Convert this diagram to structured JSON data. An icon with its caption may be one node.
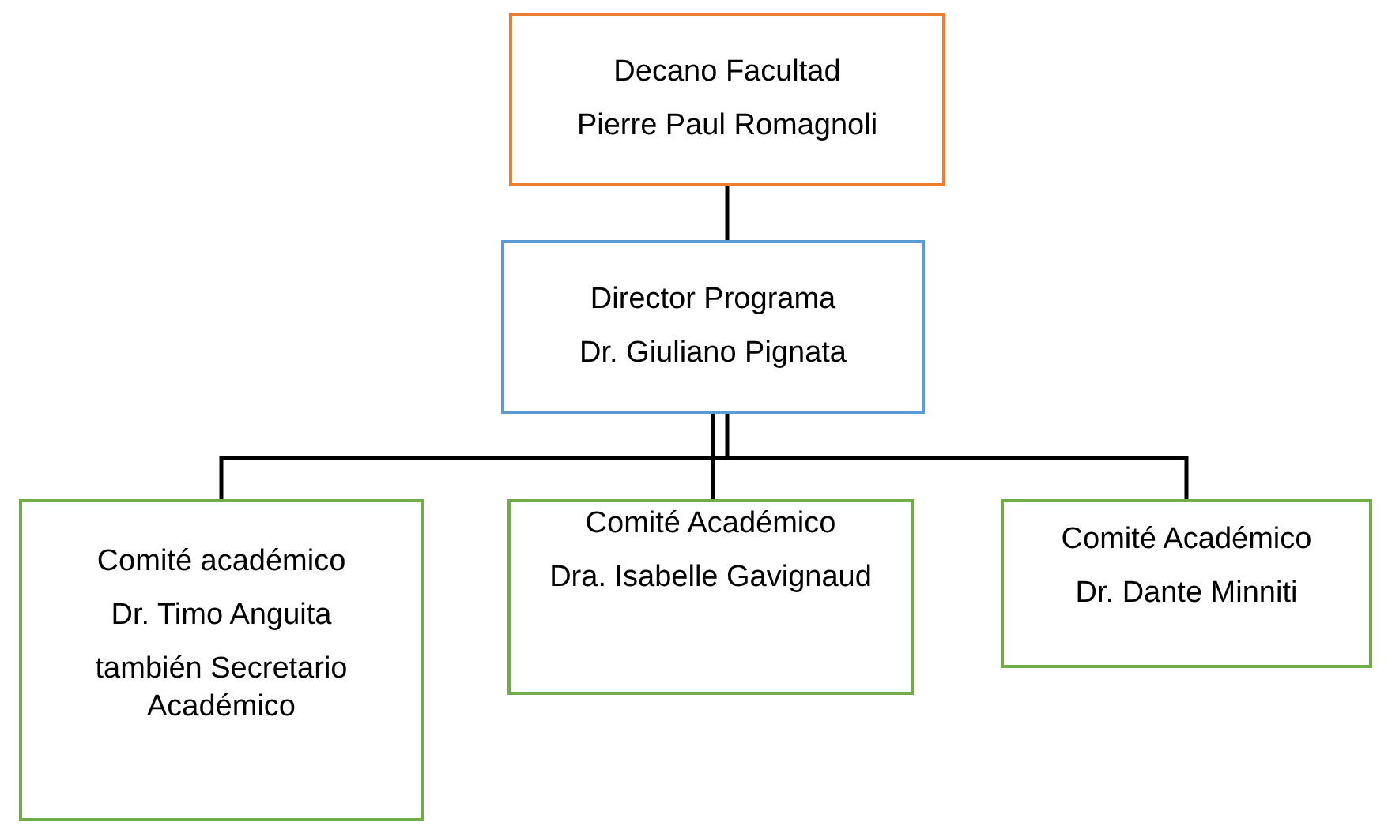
{
  "diagram": {
    "nodes": [
      {
        "text": [
          "Decano Facultad",
          "Pierre Paul Romagnoli"
        ]
      },
      {
        "text": [
          "Director Programa",
          "Dr. Giuliano Pignata"
        ]
      },
      {
        "text": [
          "Comité académico",
          "Dr. Timo Anguita",
          "también Secretario Académico"
        ]
      },
      {
        "text": [
          "Comité Académico",
          "Dra. Isabelle Gavignaud"
        ]
      },
      {
        "text": [
          "Comité Académico",
          "Dr. Dante Minniti"
        ]
      }
    ],
    "edges": [
      {
        "from": 0,
        "to": 1,
        "arrow": "none"
      },
      {
        "from": 1,
        "to": 2,
        "arrow": "none"
      },
      {
        "from": 1,
        "to": 3,
        "arrow": "none"
      },
      {
        "from": 1,
        "to": 4,
        "arrow": "none"
      }
    ]
  }
}
